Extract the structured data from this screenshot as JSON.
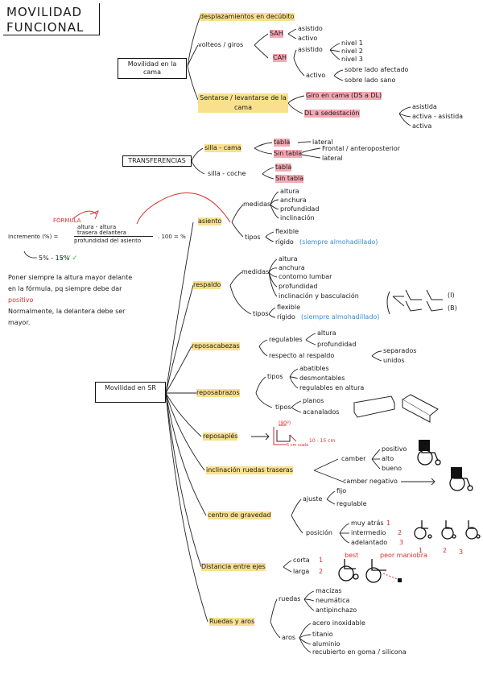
{
  "title": [
    "MOVILIDAD",
    "FUNCIONAL"
  ],
  "cama": {
    "root": "Movilidad en la cama",
    "desplazamientos": "desplazamientos en decúbito",
    "volteos": "volteos / giros",
    "sah": "SAH",
    "sah_asistido": "asistido",
    "sah_activo": "activo",
    "cah": "CAH",
    "cah_asistido": "asistido",
    "nivel1": "nivel 1",
    "nivel2": "nivel 2",
    "nivel3": "nivel 3",
    "cah_activo": "activo",
    "lado_afectado": "sobre lado afectado",
    "lado_sano": "sobre lado sano",
    "sentarse": "Sentarse / levantarse de la cama",
    "giro": "Giro en cama (DS a DL)",
    "dl": "DL a sedestación",
    "dl_asistida": "asistida",
    "dl_activa_asistida": "activa - asistida",
    "dl_activa": "activa"
  },
  "transferencias": {
    "root": "TRANSFERENCIAS",
    "silla_cama": "silla - cama",
    "tabla1": "tabla",
    "lateral": "lateral",
    "sin_tabla1": "Sin tabla",
    "frontal": "Frontal / anteroposterior",
    "lateral2": "lateral",
    "silla_coche": "silla - coche",
    "tabla2": "tabla",
    "sin_tabla2": "Sin tabla"
  },
  "formula": {
    "label": "FÓRMULA",
    "incremento": "Incremento (%) =",
    "num": "altura - altura",
    "num2": "trasera  delantera",
    "den": "profundidad del asiento",
    "times": ". 100 = %",
    "range": "5% - 15%",
    "checks": "✓✓✓",
    "note1": "Poner siempre la altura mayor delante",
    "note2": "en la fórmula, pq siempre debe dar",
    "note3": "positivo",
    "note4": "Normalmente, la delantera debe ser",
    "note5": "mayor."
  },
  "sr": {
    "root": "Movilidad en SR",
    "asiento": "asiento",
    "medidas": "medidas",
    "altura": "altura",
    "anchura": "anchura",
    "profundidad": "profundidad",
    "inclinacion": "inclinación",
    "tipos": "tipos",
    "flexible": "flexible",
    "rigido": "rígido",
    "rigido_note": "(siempre almohadillado)",
    "respaldo": "respaldo",
    "r_medidas": "medidas",
    "r_altura": "altura",
    "r_anchura": "anchura",
    "r_contorno": "contorno lumbar",
    "r_profundidad": "profundidad",
    "r_inclinacion": "inclinación y basculación",
    "r_tipos": "tipos",
    "r_flexible": "flexible",
    "r_rigido": "rígido",
    "r_rigido_note": "(siempre almohadillado)",
    "incl_i": "(I)",
    "incl_b": "(B)",
    "reposacabezas": "reposacabezas",
    "regulables": "regulables",
    "rc_altura": "altura",
    "rc_profundidad": "profundidad",
    "respecto": "respecto al respaldo",
    "separados": "separados",
    "unidos": "unidos",
    "reposabrazos": "reposabrazos",
    "rb_tipos1": "tipos",
    "abatibles": "abatibles",
    "desmontables": "desmontables",
    "regulables_altura": "regulables en altura",
    "rb_tipos2": "tipos",
    "planos": "planos",
    "acanalados": "acanalados",
    "reposapies": "reposapiés",
    "rp_label1": "(90º)",
    "rp_label2": "5 cm suelo",
    "rp_label3": "10 - 15 cm",
    "inclinacion_ruedas": "inclinación ruedas traseras",
    "camber": "camber",
    "positivo": "positivo",
    "alto": "alto",
    "bueno": "bueno",
    "camber_neg": "camber negativo",
    "centro": "centro de gravedad",
    "ajuste": "ajuste",
    "fijo": "fijo",
    "regulable": "regulable",
    "posicion": "posición",
    "muy_atras": "muy atrás",
    "intermedio": "intermedio",
    "adelantado": "adelantado",
    "n1": "1",
    "n2": "2",
    "n3": "3",
    "distancia": "Distancia entre ejes",
    "corta": "corta",
    "larga": "larga",
    "c1": "1",
    "c2": "2",
    "best": "best",
    "peor": "peor maniobra",
    "ruedas": "Ruedas y aros",
    "r_ruedas": "ruedas",
    "macizas": "macizas",
    "neumatica": "neumática",
    "antipinchazo": "antipinchazo",
    "aros": "aros",
    "acero": "acero inoxidable",
    "titanio": "titanio",
    "aluminio": "aluminio",
    "recubierto": "recubierto en goma / silicona"
  },
  "colors": {
    "highlight_yellow": "#f8e08e",
    "highlight_pink": "#f4a9b3",
    "red": "#d63030",
    "blue": "#3b8bd1",
    "green": "#3fb34f"
  }
}
